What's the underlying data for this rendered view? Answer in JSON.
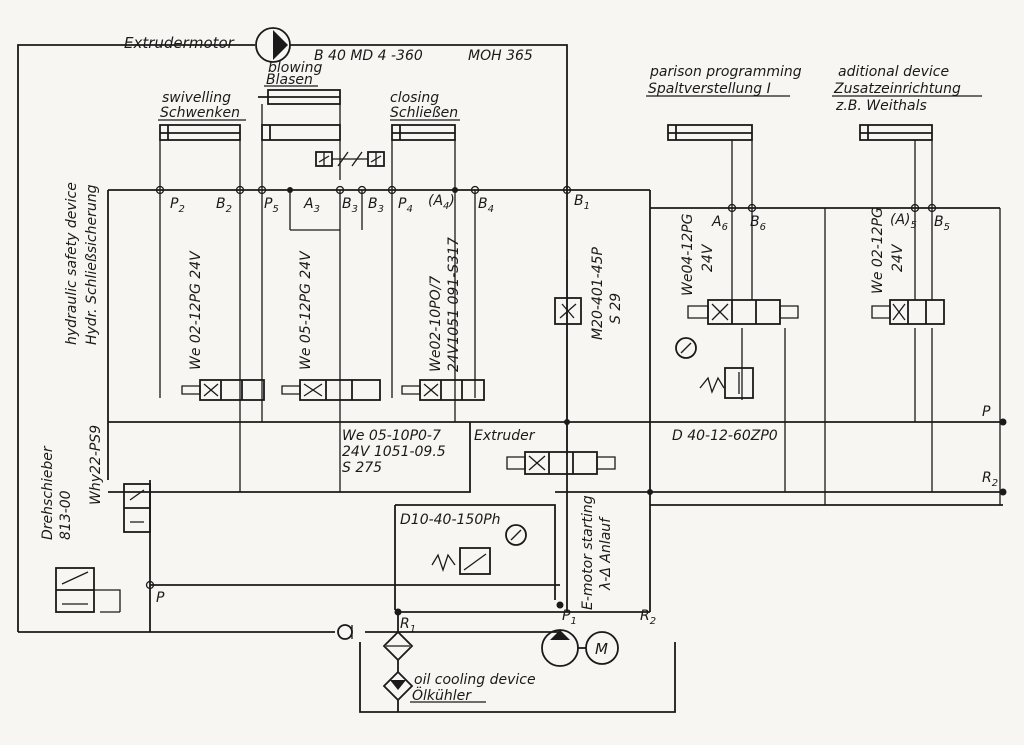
{
  "labels": {
    "extrudermotor": "Extrudermotor",
    "motor_code": "B 40  MD 4 -360",
    "moh": "MOH 365",
    "swivelling_en": "swivelling",
    "swivelling_de": "Schwenken",
    "blowing_en": "blowing",
    "blowing_de": "Blasen",
    "closing_en": "closing",
    "closing_de": "Schließen",
    "parison_en": "parison programming",
    "parison_de": "Spaltverstellung I",
    "additional_en": "aditional device",
    "additional_de": "Zusatzeinrichtung",
    "additional_ex": "z.B. Weithals",
    "safety_en": "hydraulic safety device",
    "safety_de": "Hydr. Schließsicherung",
    "drehschieber": "Drehschieber",
    "drehschieber_code": "813-00",
    "why": "Why22-PS9",
    "valve_swivel": "We 02-12PG 24V",
    "valve_blow": "We 05-12PG 24V",
    "valve_close_1": "We02-10PO/7",
    "valve_close_2": "24V1051 091-S317",
    "valve_parison_1": "We04-12PG",
    "valve_parison_2": "24V",
    "valve_additional_1": "We 02-12PG",
    "valve_additional_2": "24V",
    "valve_mid_1": "We 05-10P0-7",
    "valve_mid_2": "24V  1051-09.5",
    "valve_mid_3": "S 275",
    "extruder": "Extruder",
    "m20_1": "M20-401-45P",
    "m20_2": "S 29",
    "d40": "D 40-12-60ZP0",
    "d10": "D10-40-150Ph",
    "emotor_1": "E-motor starting",
    "emotor_2": "λ-Δ Anlauf",
    "oil_en": "oil cooling device",
    "oil_de": "Ölkühler",
    "motor_symbol": "M"
  },
  "ports": {
    "p2": "P",
    "p2s": "2",
    "b2": "B",
    "b2s": "2",
    "p5": "P",
    "p5s": "5",
    "a3": "A",
    "a3s": "3",
    "b3a": "B",
    "b3as": "3",
    "b3b": "B",
    "b3bs": "3",
    "p4": "P",
    "p4s": "4",
    "a4": "(A",
    "a4s": "4",
    "a4c": ")",
    "b4": "B",
    "b4s": "4",
    "b1": "B",
    "b1s": "1",
    "a6": "A",
    "a6s": "6",
    "b6": "B",
    "b6s": "6",
    "a5": "(A)",
    "a5s": "5",
    "b5": "B",
    "b5s": "5",
    "p_right": "P",
    "r2_right": "R",
    "r2_rights": "2",
    "p_left": "P",
    "p1": "P",
    "p1s": "1",
    "r1": "R",
    "r1s": "1",
    "r2_bottom": "R",
    "r2_bottoms": "2"
  }
}
